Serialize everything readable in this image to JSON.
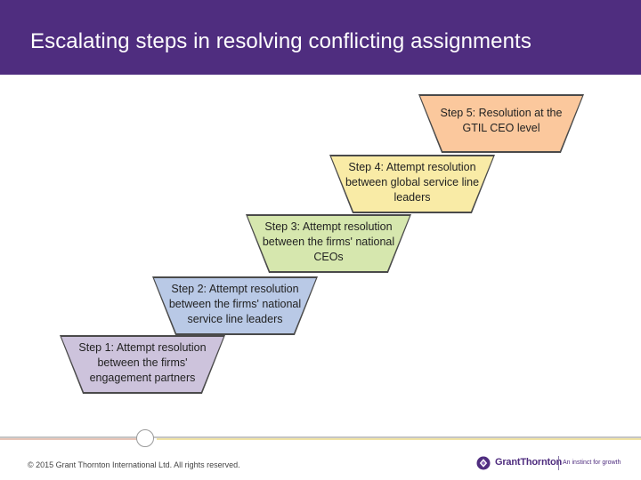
{
  "slide": {
    "title": "Escalating steps in resolving conflicting assignments"
  },
  "steps": [
    {
      "label": "Step 1: Attempt resolution between the firms' engagement partners",
      "color": "#cdc3dc"
    },
    {
      "label": "Step 2: Attempt resolution between the firms' national service line leaders",
      "color": "#b9c9e6"
    },
    {
      "label": "Step 3: Attempt resolution between the firms' national CEOs",
      "color": "#d6e7ae"
    },
    {
      "label": "Step 4: Attempt resolution between global service line leaders",
      "color": "#f9eba6"
    },
    {
      "label": "Step 5: Resolution at the GTIL CEO level",
      "color": "#fbc89d"
    }
  ],
  "footer": {
    "copyright": "© 2015 Grant Thornton International Ltd. All rights reserved.",
    "logo_name": "GrantThornton",
    "logo_tagline": "An instinct for growth",
    "logo_icon": "grant-thornton-logo-icon"
  },
  "colors": {
    "header_bg": "#4f2d7f",
    "brand_purple": "#4f2d7f"
  }
}
